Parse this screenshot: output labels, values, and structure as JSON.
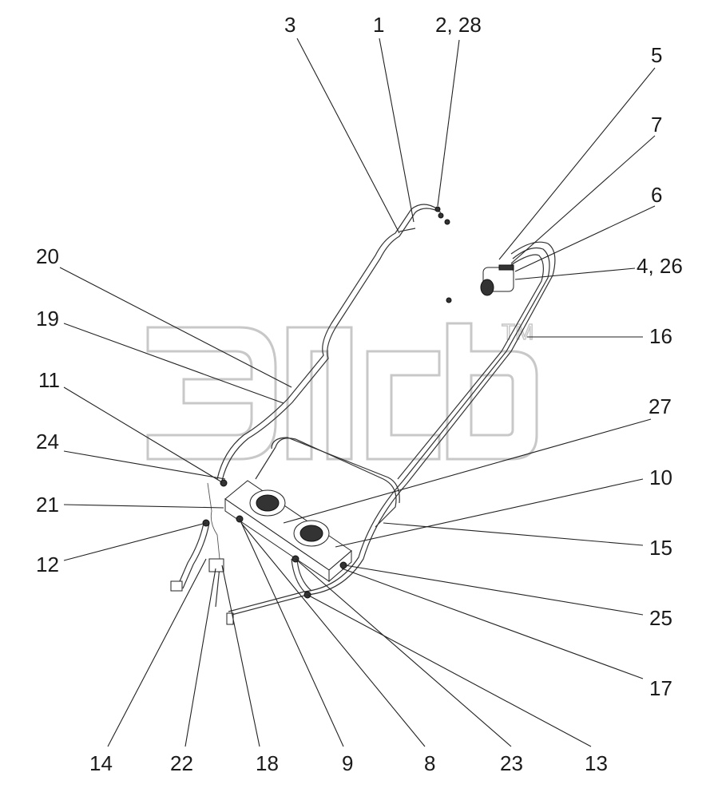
{
  "watermark": {
    "tm": "TM"
  },
  "callouts": [
    {
      "id": "c3",
      "text": "3"
    },
    {
      "id": "c1",
      "text": "1"
    },
    {
      "id": "c2",
      "text": "2, 28"
    },
    {
      "id": "c5",
      "text": "5"
    },
    {
      "id": "c7",
      "text": "7"
    },
    {
      "id": "c6",
      "text": "6"
    },
    {
      "id": "c4",
      "text": "4, 26"
    },
    {
      "id": "c16",
      "text": "16"
    },
    {
      "id": "c20",
      "text": "20"
    },
    {
      "id": "c19",
      "text": "19"
    },
    {
      "id": "c11",
      "text": "11"
    },
    {
      "id": "c27",
      "text": "27"
    },
    {
      "id": "c24",
      "text": "24"
    },
    {
      "id": "c10",
      "text": "10"
    },
    {
      "id": "c21",
      "text": "21"
    },
    {
      "id": "c15",
      "text": "15"
    },
    {
      "id": "c12",
      "text": "12"
    },
    {
      "id": "c25",
      "text": "25"
    },
    {
      "id": "c17",
      "text": "17"
    },
    {
      "id": "c14",
      "text": "14"
    },
    {
      "id": "c22",
      "text": "22"
    },
    {
      "id": "c18",
      "text": "18"
    },
    {
      "id": "c9",
      "text": "9"
    },
    {
      "id": "c8",
      "text": "8"
    },
    {
      "id": "c23",
      "text": "23"
    },
    {
      "id": "c13",
      "text": "13"
    }
  ]
}
